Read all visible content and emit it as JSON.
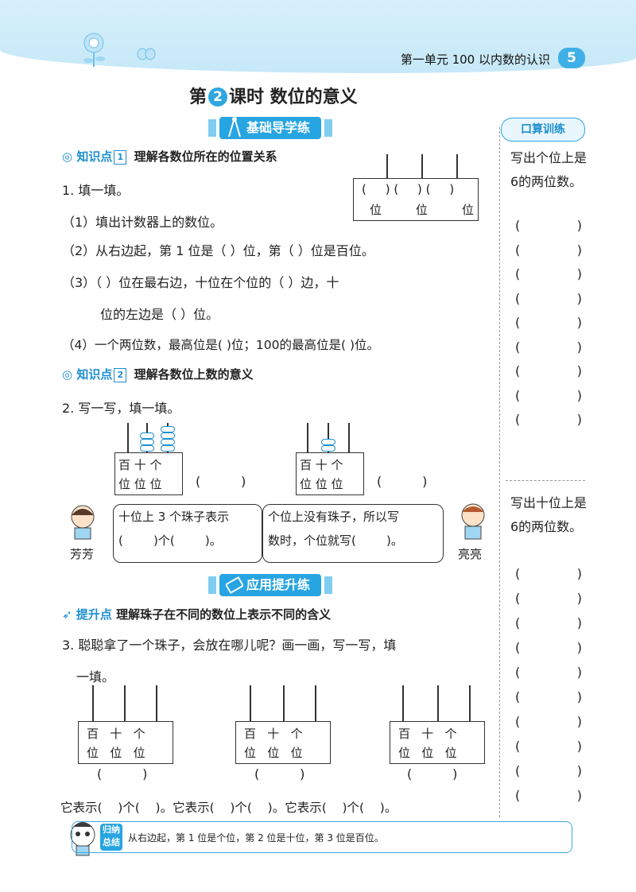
{
  "header": {
    "unit_title": "第一单元  100 以内数的认识",
    "page_number": "5"
  },
  "lesson": {
    "prefix": "第",
    "number": "2",
    "suffix": "课时  数位的意义"
  },
  "banner1": "基础导学练",
  "banner2": "应用提升练",
  "kp1": {
    "tag": "知识点",
    "num": "1",
    "text": "理解各数位所在的位置关系"
  },
  "kp2": {
    "tag": "知识点",
    "num": "2",
    "text": "理解各数位上数的意义"
  },
  "kp3": {
    "tag": "提升点",
    "text": "理解珠子在不同的数位上表示不同的含义"
  },
  "q1": {
    "title": "1. 填一填。",
    "items": [
      "（1）填出计数器上的数位。",
      "（2）从右边起，第 1 位是（        ）位，第（        ）位是百位。",
      "（3）（        ）位在最右边，十位在个位的（        ）边，十",
      "位的左边是（        ）位。",
      "（4）一个两位数，最高位是(        )位；100的最高位是(        )位。"
    ],
    "calc_blanks": "(     ) (     ) (     )",
    "calc_labels": "位         位         位"
  },
  "q2": {
    "title": "2. 写一写，填一填。",
    "abacus_labels_top": "百 十 个",
    "abacus_labels_bottom": "位 位 位",
    "answer_blank": "(          )",
    "bubble_left_1": "十位上 3 个珠子表示",
    "bubble_left_2": "(        )个(        )。",
    "bubble_right_1": "个位上没有珠子，所以写",
    "bubble_right_2": "数时，个位就写(        )。",
    "name_left": "芳芳",
    "name_right": "亮亮"
  },
  "q3": {
    "title_1": "3. 聪聪拿了一个珠子，会放在哪儿呢？画一画，写一写，填",
    "title_2": "一填。",
    "labels_top": "百   十   个",
    "labels_bottom": "位   位   位",
    "answer_blank": "(          )",
    "answer_line": "它表示(    )个(    )。它表示(    )个(    )。它表示(    )个(    )。"
  },
  "sidebar": {
    "title": "口算训练",
    "task1": "写出个位上是6的两位数。",
    "task2": "写出十位上是6的两位数。",
    "blank_open": "(",
    "blank_close": ")"
  },
  "summary": {
    "tag": "归纳总结",
    "text": "从右边起，第 1 位是个位，第 2 位是十位，第 3 位是百位。"
  }
}
